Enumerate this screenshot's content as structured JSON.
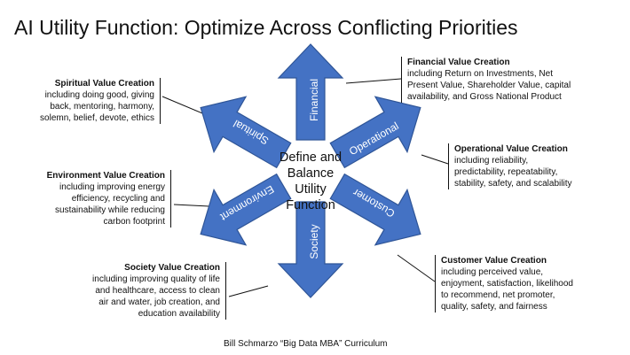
{
  "title": "AI Utility Function: Optimize Across Conflicting Priorities",
  "center": {
    "lines": [
      "Define and",
      "Balance",
      "Utility",
      "Function"
    ]
  },
  "arrows": {
    "financial": "Financial",
    "operational": "Operational",
    "customer": "Customer",
    "society": "Society",
    "environment": "Environment",
    "spiritual": "Spiritual"
  },
  "cards": {
    "spiritual": {
      "heading": "Spiritual Value Creation",
      "lines": [
        "including doing good, giving",
        "back, mentoring, harmony,",
        "solemn, belief, devote, ethics"
      ]
    },
    "financial": {
      "heading": "Financial Value Creation",
      "lines": [
        "including Return on Investments, Net",
        "Present Value, Shareholder Value, capital",
        "availability, and Gross National Product"
      ]
    },
    "operational": {
      "heading": "Operational Value Creation",
      "lines": [
        "including reliability,",
        "predictability, repeatability,",
        "stability, safety, and scalability"
      ]
    },
    "environment": {
      "heading": "Environment Value Creation",
      "lines": [
        "including improving energy",
        "efficiency, recycling and",
        "sustainability while reducing",
        "carbon footprint"
      ]
    },
    "customer": {
      "heading": "Customer Value Creation",
      "lines": [
        "including perceived value,",
        "enjoyment, satisfaction, likelihood",
        "to recommend, net promoter,",
        "quality, safety, and fairness"
      ]
    },
    "society": {
      "heading": "Society Value Creation",
      "lines": [
        "including improving quality of life",
        "and healthcare, access to clean",
        "air and water, job creation, and",
        "education availability"
      ]
    }
  },
  "footer": "Bill Schmarzo “Big Data MBA” Curriculum"
}
